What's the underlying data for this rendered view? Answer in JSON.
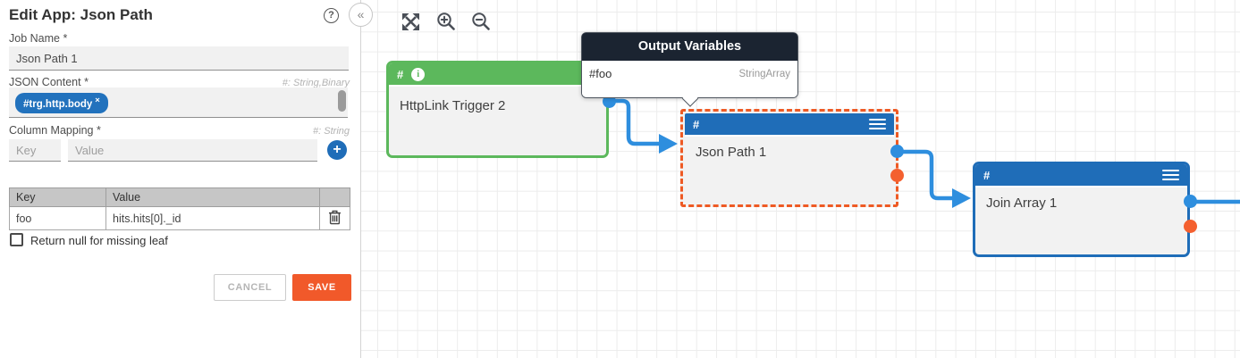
{
  "panel": {
    "title": "Edit App: Json Path",
    "help": "?",
    "collapse": "«",
    "job_name": {
      "label": "Job Name *",
      "value": "Json Path 1"
    },
    "json_content": {
      "label": "JSON Content *",
      "hint": "#: String,Binary",
      "tag": "#trg.http.body",
      "remove": "×"
    },
    "column_mapping": {
      "label": "Column Mapping *",
      "hint": "#: String",
      "key_placeholder": "Key",
      "value_placeholder": "Value",
      "add": "+"
    },
    "table": {
      "key_header": "Key",
      "value_header": "Value",
      "rows": [
        {
          "key": "foo",
          "value": "hits.hits[0]._id"
        }
      ]
    },
    "checkbox_label": "Return null for missing leaf",
    "checkbox_checked": false,
    "cancel": "CANCEL",
    "save": "SAVE"
  },
  "canvas": {
    "nodes": {
      "httplink": {
        "symbol": "#",
        "info": "i",
        "title": "HttpLink Trigger 2"
      },
      "jsonpath": {
        "symbol": "#",
        "title": "Json Path 1",
        "selected": true
      },
      "joinarray": {
        "symbol": "#",
        "title": "Join Array 1"
      }
    },
    "tooltip": {
      "title": "Output Variables",
      "name": "#foo",
      "type": "StringArray"
    },
    "colors": {
      "trigger_green": "#5cb85c",
      "node_blue": "#1f6db8",
      "connection_blue": "#2e8ede",
      "port_orange": "#f4602f",
      "selection_orange": "#ee5a24",
      "save_orange": "#f1592a",
      "tag_blue": "#2272bd",
      "tooltip_header": "#1b2431",
      "grid": "#ececec"
    }
  }
}
